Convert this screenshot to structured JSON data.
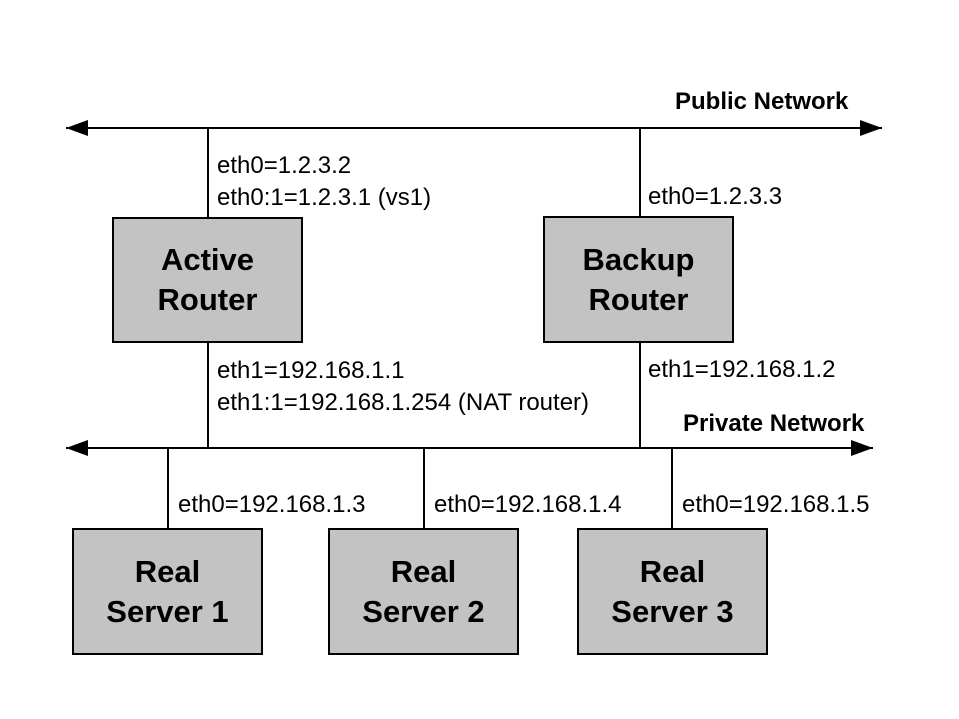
{
  "diagram": {
    "public_network": {
      "label": "Public Network"
    },
    "private_network": {
      "label": "Private Network"
    },
    "nodes": [
      {
        "id": "active-router",
        "label": "Active\nRouter",
        "interfaces_top": "eth0=1.2.3.2\neth0:1=1.2.3.1 (vs1)",
        "interfaces_bottom": "eth1=192.168.1.1\neth1:1=192.168.1.254 (NAT router)"
      },
      {
        "id": "backup-router",
        "label": "Backup\nRouter",
        "interfaces_top": "eth0=1.2.3.3",
        "interfaces_bottom": "eth1=192.168.1.2"
      },
      {
        "id": "real-server-1",
        "label": "Real\nServer 1",
        "interfaces_top": "eth0=192.168.1.3"
      },
      {
        "id": "real-server-2",
        "label": "Real\nServer 2",
        "interfaces_top": "eth0=192.168.1.4"
      },
      {
        "id": "real-server-3",
        "label": "Real\nServer 3",
        "interfaces_top": "eth0=192.168.1.5"
      }
    ],
    "colors": {
      "node_fill": "#c3c3c3",
      "node_border": "#000000",
      "line": "#000000",
      "background": "#ffffff",
      "text": "#000000"
    }
  }
}
